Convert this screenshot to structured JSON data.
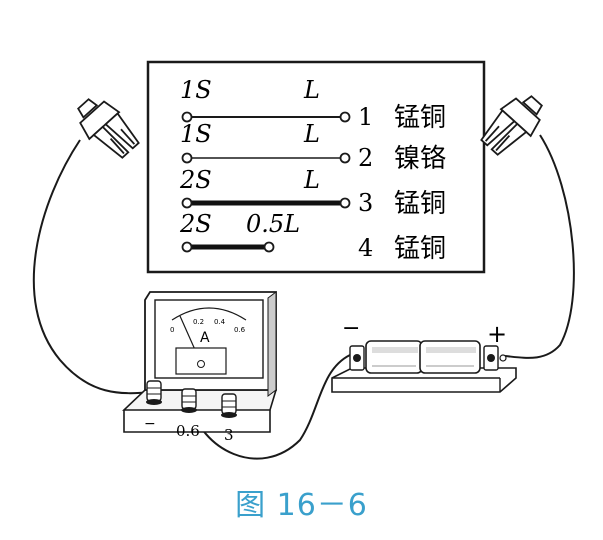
{
  "board": {
    "wires": [
      {
        "area": "1S",
        "length": "L",
        "number": "1",
        "material": "锰铜"
      },
      {
        "area": "1S",
        "length": "L",
        "number": "2",
        "material": "镍铬"
      },
      {
        "area": "2S",
        "length": "L",
        "number": "3",
        "material": "锰铜"
      },
      {
        "area": "2S",
        "length": "0.5L",
        "number": "4",
        "material": "锰铜"
      }
    ]
  },
  "ammeter": {
    "face_letter": "A",
    "scale_ticks": [
      "0",
      "0.2",
      "0.4",
      "0.6"
    ],
    "terminals": {
      "minus": "−",
      "mid": "0.6",
      "right": "3"
    }
  },
  "battery": {
    "minus": "−",
    "plus": "+"
  },
  "caption": "图 16－6",
  "colors": {
    "ink": "#1a1a1a",
    "caption": "#3aa0cc",
    "thick_wire": "#111111"
  }
}
